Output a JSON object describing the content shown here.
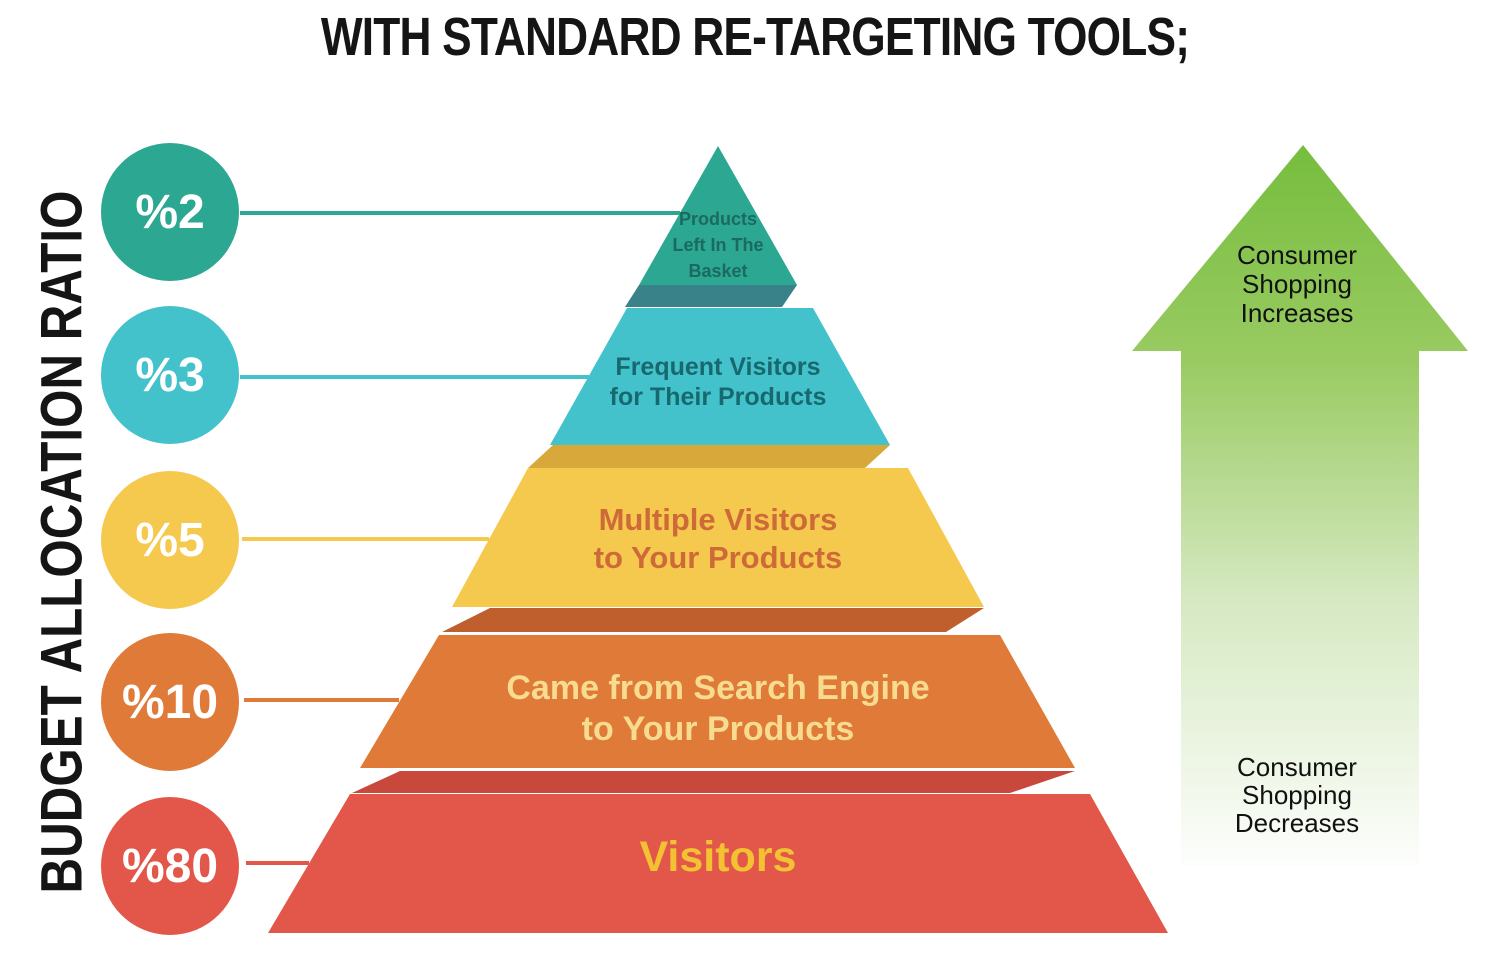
{
  "title": "WITH STANDARD RE-TARGETING TOOLS;",
  "y_axis_label": "BUDGET ALLOCATION RATIO",
  "tiers": [
    {
      "pct": "%2",
      "label_lines": [
        "Products",
        "Left In The",
        "Basket"
      ],
      "color": "#2BA792",
      "band_color": "#3A8289",
      "text_color": "#1B6A5F",
      "line_color": "#2BA792"
    },
    {
      "pct": "%3",
      "label_lines": [
        "Frequent Visitors",
        "for Their Products"
      ],
      "color": "#44C2CB",
      "band_color": "#D8A83B",
      "text_color": "#17696F",
      "line_color": "#44C2CB"
    },
    {
      "pct": "%5",
      "label_lines": [
        "Multiple Visitors",
        "to Your Products"
      ],
      "color": "#F5C84E",
      "band_color": "#C05F2E",
      "text_color": "#CE6A38",
      "line_color": "#F5C84E"
    },
    {
      "pct": "%10",
      "label_lines": [
        "Came from Search Engine",
        "to Your Products"
      ],
      "color": "#E07A39",
      "band_color": "#C9483C",
      "text_color": "#F7DC90",
      "line_color": "#E07A39"
    },
    {
      "pct": "%80",
      "label_lines": [
        "Visitors"
      ],
      "color": "#E25749",
      "band_color": "#C9483C",
      "text_color": "#F3C233",
      "line_color": "#E25749"
    }
  ],
  "arrow": {
    "top_label_lines": [
      "Consumer",
      "Shopping",
      "Increases"
    ],
    "bottom_label_lines": [
      "Consumer",
      "Shopping",
      "Decreases"
    ],
    "color_top": "#76BD3E",
    "color_head_base": "#9ACB63",
    "color_mid": "#D6E9C2",
    "color_bottom": "#FFFFFF"
  }
}
